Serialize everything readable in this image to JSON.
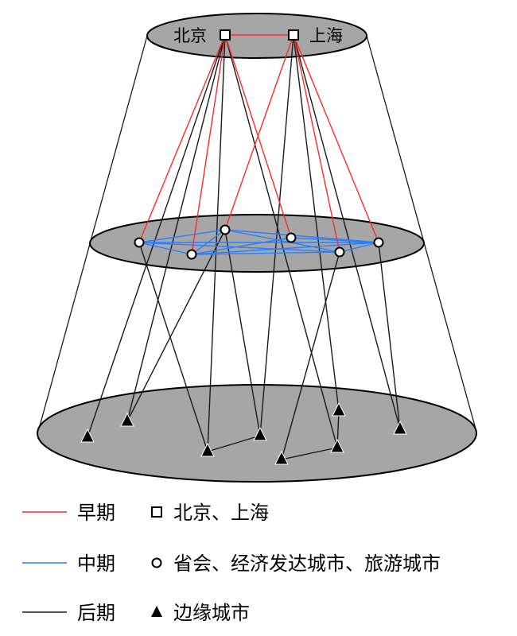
{
  "colors": {
    "early": "#ff2a2a",
    "middle": "#2a7fff",
    "late": "#1a1a1a",
    "disk": "#a6a6a6"
  },
  "top_labels": {
    "beijing": "北京",
    "shanghai": "上海"
  },
  "edges": {
    "early": [
      [
        "BJ",
        "SH"
      ],
      [
        "BJ",
        "A"
      ],
      [
        "BJ",
        "B"
      ],
      [
        "BJ",
        "D"
      ],
      [
        "SH",
        "C"
      ],
      [
        "SH",
        "E"
      ],
      [
        "SH",
        "F"
      ]
    ],
    "middle": [
      [
        "A",
        "C"
      ],
      [
        "A",
        "B"
      ],
      [
        "A",
        "E"
      ],
      [
        "A",
        "F"
      ],
      [
        "B",
        "C"
      ],
      [
        "B",
        "D"
      ],
      [
        "B",
        "E"
      ],
      [
        "B",
        "F"
      ],
      [
        "C",
        "E"
      ],
      [
        "C",
        "F"
      ],
      [
        "D",
        "F"
      ],
      [
        "E",
        "F"
      ]
    ],
    "late": [
      [
        "BJ",
        "T1"
      ],
      [
        "BJ",
        "T2"
      ],
      [
        "BJ",
        "T3"
      ],
      [
        "BJ",
        "T6"
      ],
      [
        "SH",
        "T4"
      ],
      [
        "SH",
        "T7"
      ],
      [
        "SH",
        "T8"
      ],
      [
        "C",
        "T2"
      ],
      [
        "C",
        "T4"
      ],
      [
        "A",
        "T3"
      ],
      [
        "E",
        "T5"
      ],
      [
        "F",
        "T8"
      ],
      [
        "T3",
        "T4"
      ],
      [
        "T5",
        "T6"
      ],
      [
        "T6",
        "T7"
      ]
    ]
  },
  "legend": [
    {
      "period": "早期",
      "marker": "square",
      "desc": "北京、上海"
    },
    {
      "period": "中期",
      "marker": "circle",
      "desc": "省会、经济发达城市、旅游城市"
    },
    {
      "period": "后期",
      "marker": "triangle",
      "desc": "边缘城市"
    }
  ]
}
